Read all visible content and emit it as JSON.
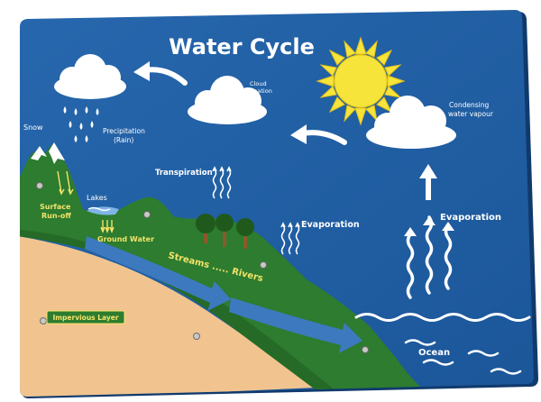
{
  "title": "Water Cycle",
  "labels": {
    "snow": "Snow",
    "precipitation_1": "Precipitation",
    "precipitation_2": "(Rain)",
    "cloud_formation_1": "Cloud",
    "cloud_formation_2": "Formation",
    "condensing_1": "Condensing",
    "condensing_2": "water vapour",
    "transpiration": "Transpiration",
    "lakes": "Lakes",
    "surface_runoff_1": "Surface",
    "surface_runoff_2": "Run-off",
    "ground_water": "Ground Water",
    "streams_rivers": "Streams ..... Rivers",
    "evaporation_land": "Evaporation",
    "evaporation_sea": "Evaporation",
    "impervious_layer": "Impervious Layer",
    "ocean": "Ocean"
  },
  "colors": {
    "panel_blue": "#1f5fa3",
    "panel_edge": "#123f75",
    "land_green": "#2d7c2f",
    "sand": "#f1c48f",
    "sun_yellow": "#f6e43a",
    "arrow_blue": "#3c79be",
    "label_yellow": "#f3e36a"
  }
}
